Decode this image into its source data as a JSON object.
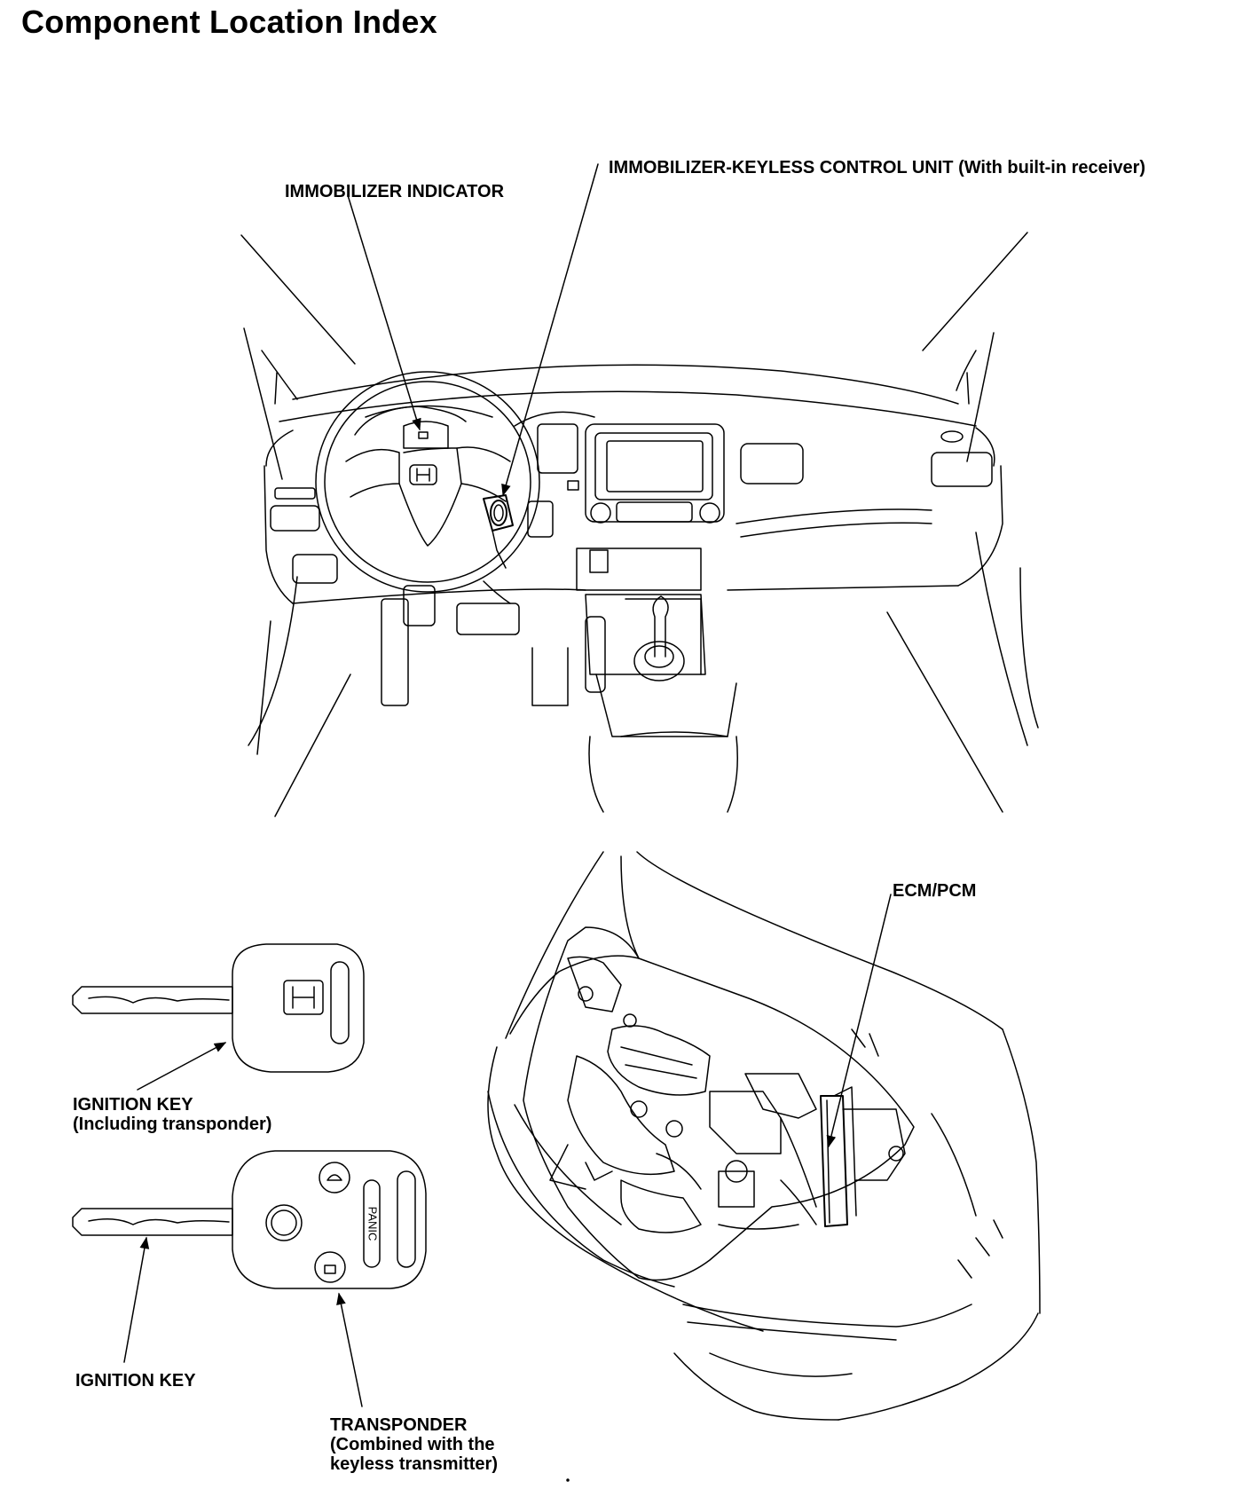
{
  "title": "Component Location Index",
  "labels": {
    "immobilizer_indicator": "IMMOBILIZER INDICATOR",
    "control_unit": "IMMOBILIZER-KEYLESS CONTROL UNIT (With built-in receiver)",
    "ecm_pcm": "ECM/PCM",
    "ignition_key_transponder_line1": "IGNITION KEY",
    "ignition_key_transponder_line2": "(Including transponder)",
    "ignition_key": "IGNITION KEY",
    "transponder_line1": "TRANSPONDER",
    "transponder_line2": "(Combined with the",
    "transponder_line3": "keyless transmitter)",
    "panic_button": "PANIC"
  }
}
